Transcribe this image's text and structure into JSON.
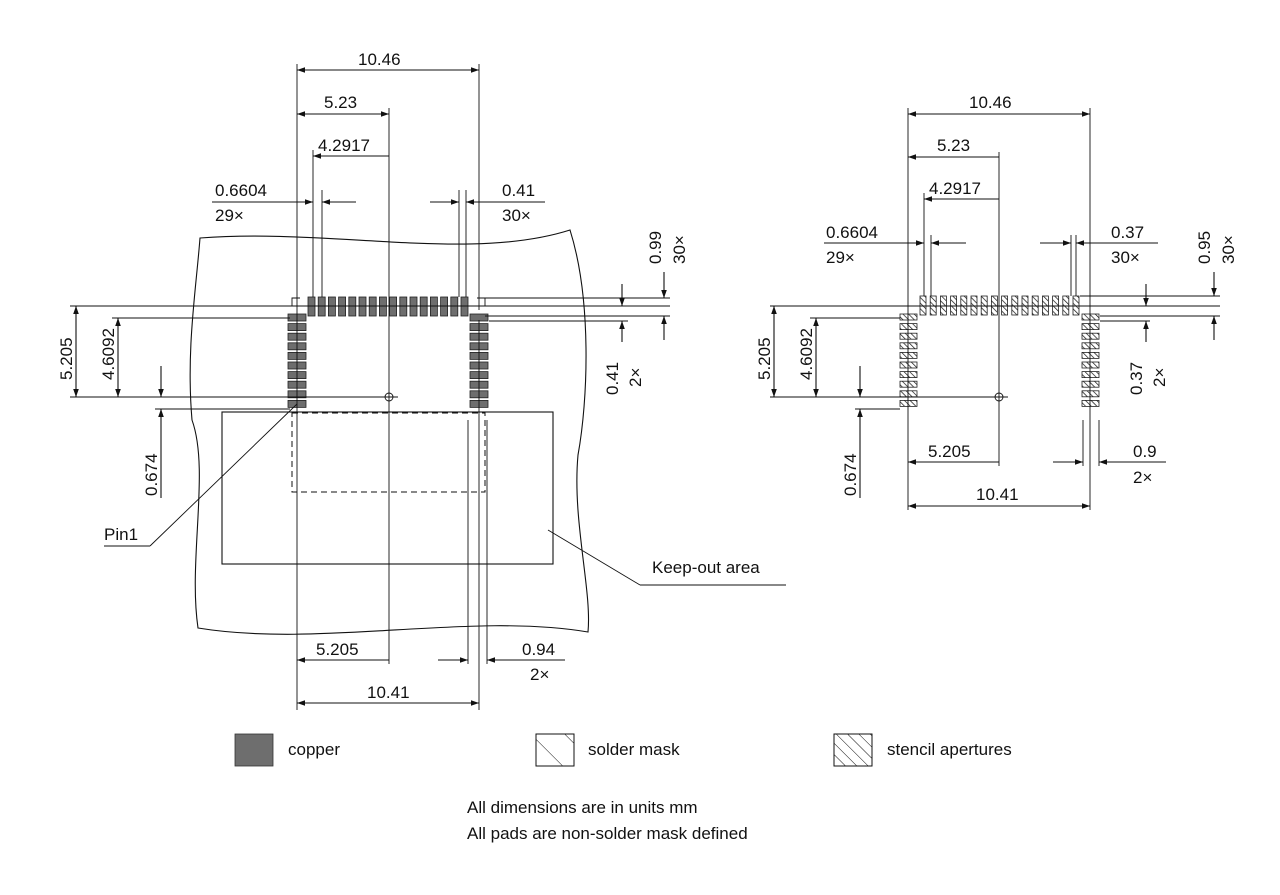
{
  "left_view": {
    "top_total": "10.46",
    "top_half": "5.23",
    "top_offset": "4.2917",
    "pitch_left": "0.6604",
    "pitch_left_count": "29×",
    "pad_width_top": "0.41",
    "pad_width_top_count": "30×",
    "pad_length_top": "0.99",
    "pad_length_top_count": "30×",
    "left_outer": "5.205",
    "left_inner": "4.6092",
    "left_bottom": "0.674",
    "right_pad": "0.41",
    "right_pad_count": "2×",
    "bottom_half": "5.205",
    "bottom_total": "10.41",
    "bottom_pad": "0.94",
    "bottom_pad_count": "2×",
    "pin1_label": "Pin1",
    "keepout_label": "Keep-out area"
  },
  "right_view": {
    "top_total": "10.46",
    "top_half": "5.23",
    "top_offset": "4.2917",
    "pitch_left": "0.6604",
    "pitch_left_count": "29×",
    "pad_width_top": "0.37",
    "pad_width_top_count": "30×",
    "pad_length_top": "0.95",
    "pad_length_top_count": "30×",
    "left_outer": "5.205",
    "left_inner": "4.6092",
    "left_bottom": "0.674",
    "right_pad": "0.37",
    "right_pad_count": "2×",
    "bottom_half": "5.205",
    "bottom_total": "10.41",
    "bottom_pad": "0.9",
    "bottom_pad_count": "2×"
  },
  "legend": {
    "copper": "copper",
    "solder_mask": "solder mask",
    "stencil": "stencil apertures"
  },
  "notes": {
    "line1": "All dimensions are in units mm",
    "line2": "All pads are non-solder mask defined"
  }
}
